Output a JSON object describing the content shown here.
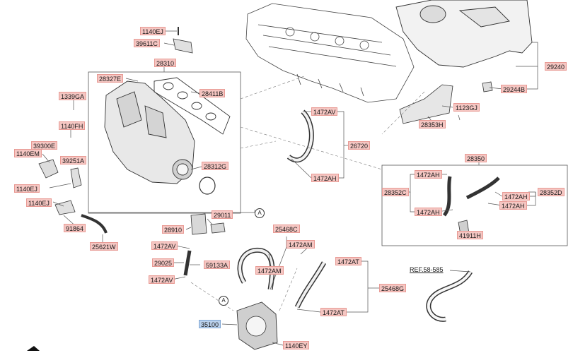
{
  "labels": {
    "l_1140ej_top": "1140EJ",
    "l_39611c": "39611C",
    "l_28310": "28310",
    "l_28327e": "28327E",
    "l_28411b": "28411B",
    "l_1339ga": "1339GA",
    "l_1140fh": "1140FH",
    "l_39300e": "39300E",
    "l_1140em": "1140EM",
    "l_39251a": "39251A",
    "l_1140ej_mid": "1140EJ",
    "l_1140ej_low": "1140EJ",
    "l_91864": "91864",
    "l_25621w": "25621W",
    "l_28312g": "28312G",
    "l_29011": "29011",
    "l_28910": "28910",
    "l_1472av_a": "1472AV",
    "l_29025": "29025",
    "l_59133a": "59133A",
    "l_1472av_b": "1472AV",
    "l_35100": "35100",
    "l_1140ey": "1140EY",
    "l_1472av_top": "1472AV",
    "l_26720": "26720",
    "l_1472ah_mid": "1472AH",
    "l_28353h": "28353H",
    "l_1123gj": "1123GJ",
    "l_29240": "29240",
    "l_29244b": "29244B",
    "l_28350": "28350",
    "l_1472ah_box1": "1472AH",
    "l_28352c": "28352C",
    "l_1472ah_box2": "1472AH",
    "l_1472ah_box3": "1472AH",
    "l_1472ah_box4": "1472AH",
    "l_28352d": "28352D",
    "l_41911h": "41911H",
    "l_25468c": "25468C",
    "l_1472am_a": "1472AM",
    "l_1472am_b": "1472AM",
    "l_1472at_a": "1472AT",
    "l_25468g": "25468G",
    "l_1472at_b": "1472AT"
  },
  "ref_text": "REF.58-585",
  "callout_a": "A",
  "colors": {
    "label_fill": "#f5c6c2",
    "label_border": "#e89a94",
    "highlight_fill": "#bcd3ee",
    "line": "#555555"
  }
}
